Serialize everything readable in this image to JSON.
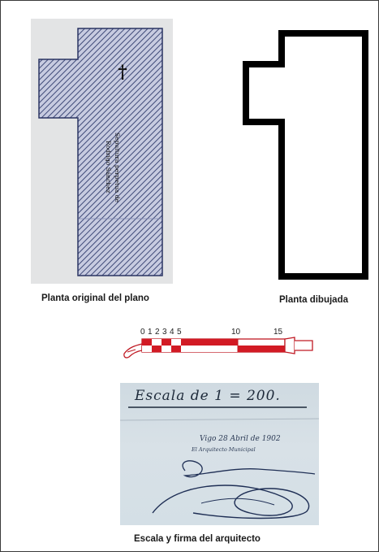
{
  "captions": {
    "original": "Planta original del plano",
    "drawn": "Planta dibujada",
    "signature": "Escala y firma del arquitecto"
  },
  "original_plan": {
    "cross": "†",
    "vertical_text_line1": "Sepultura perpetua de",
    "vertical_text_line2": "Rodrigo Sánchez"
  },
  "scale_bar": {
    "ticks": [
      "0",
      "1",
      "2",
      "3",
      "4",
      "5",
      "10",
      "15"
    ],
    "colors": {
      "fill": "#d21a24",
      "empty": "#ffffff"
    }
  },
  "signature_photo": {
    "scale_text": "Escala de 1 = 200.",
    "place_date": "Vigo 28 Abril de 1902",
    "architect_line": "El Arquitecto Municipal",
    "signature": "Genaro de la Fuente"
  },
  "colors": {
    "plan_outline": "#000000",
    "plan_hatch": "#3f4a78",
    "photo_bg": "#e3e4e5"
  }
}
